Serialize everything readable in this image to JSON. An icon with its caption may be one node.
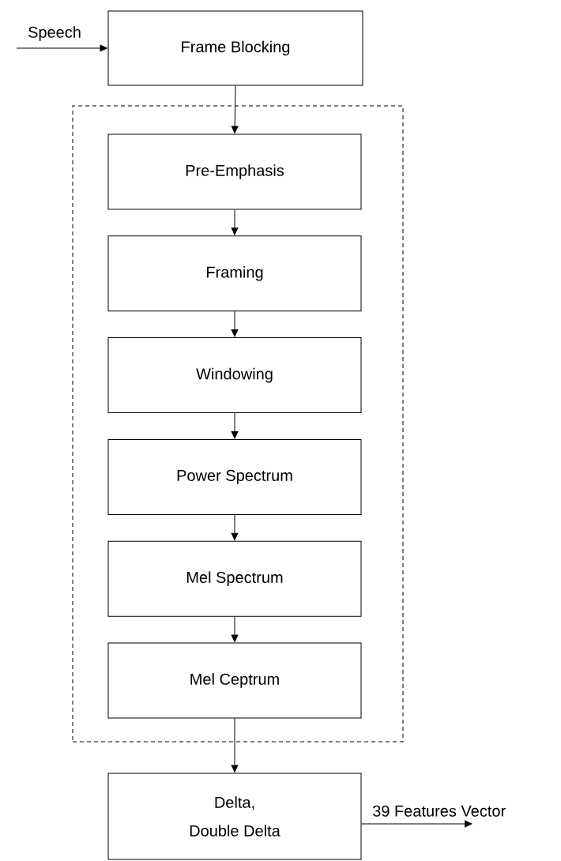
{
  "diagram": {
    "nodes": [
      {
        "text": [
          "Frame Blocking"
        ]
      },
      {
        "text": [],
        "shape": "box"
      },
      {
        "text": [
          "Pre-Emphasis"
        ],
        "in": 1
      },
      {
        "text": [
          "Framing"
        ],
        "in": 1
      },
      {
        "text": [
          "Windowing"
        ],
        "in": 1
      },
      {
        "text": [
          "Power Spectrum"
        ],
        "in": 1
      },
      {
        "text": [
          "Mel Spectrum"
        ],
        "in": 1
      },
      {
        "text": [
          "Mel Ceptrum"
        ],
        "in": 1
      },
      {
        "text": [
          "Delta,",
          "Double Delta"
        ]
      }
    ],
    "edges": [
      {
        "from": null,
        "to": 0,
        "arrow": "to",
        "label": "Speech"
      },
      {
        "from": 0,
        "to": 2,
        "arrow": "to"
      },
      {
        "from": 2,
        "to": 3,
        "arrow": "to"
      },
      {
        "from": 3,
        "to": 4,
        "arrow": "to"
      },
      {
        "from": 4,
        "to": 5,
        "arrow": "to"
      },
      {
        "from": 5,
        "to": 6,
        "arrow": "to"
      },
      {
        "from": 6,
        "to": 7,
        "arrow": "to"
      },
      {
        "from": 7,
        "to": 8,
        "arrow": "to"
      },
      {
        "from": 8,
        "to": null,
        "arrow": "to",
        "label": "39 Features Vector"
      }
    ]
  }
}
